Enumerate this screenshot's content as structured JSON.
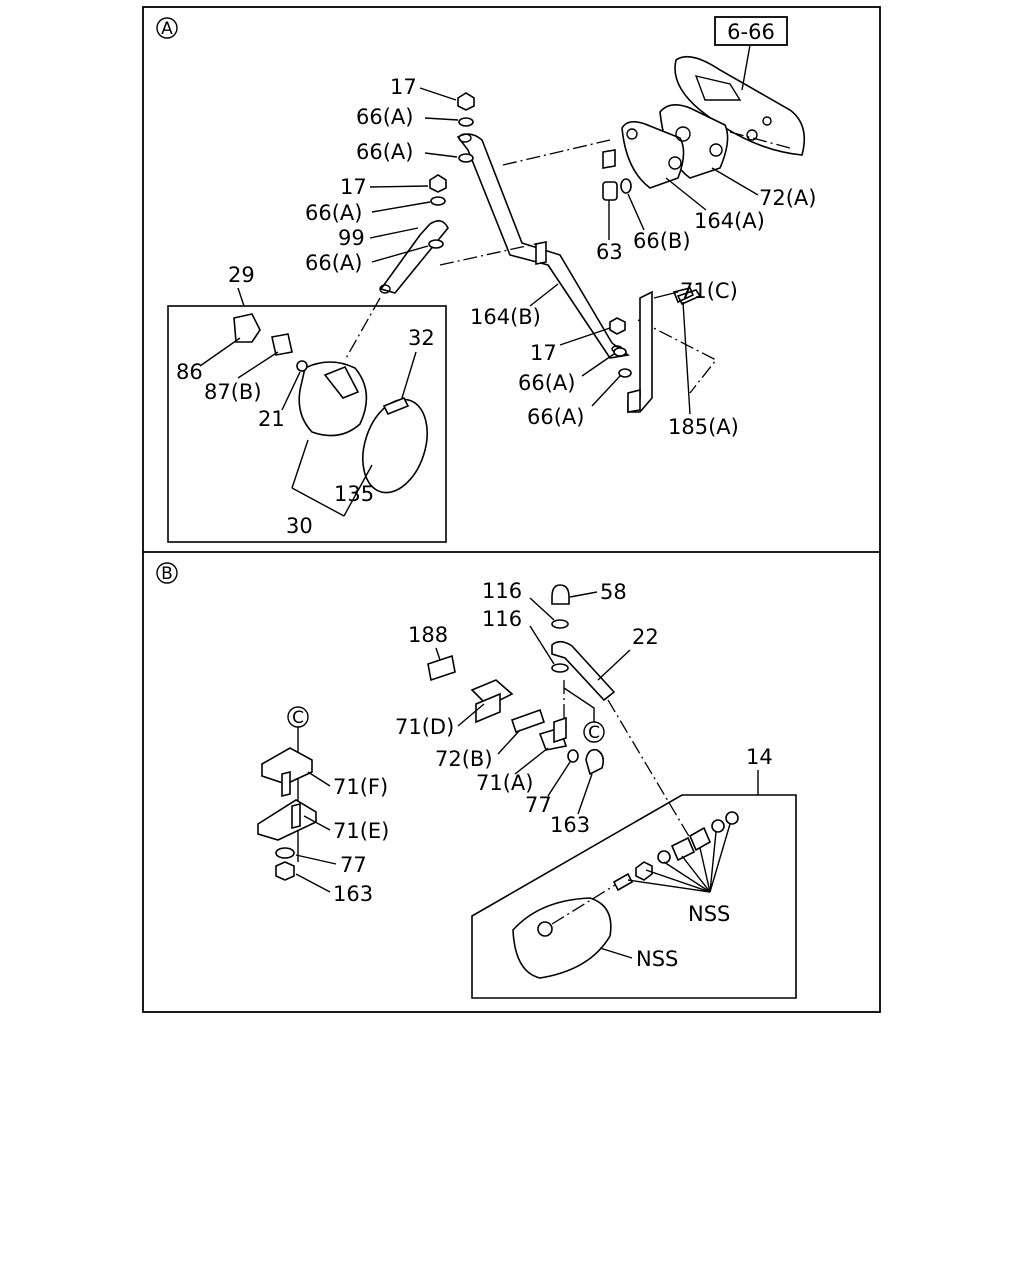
{
  "sections": {
    "a": {
      "marker": "A",
      "ref_box": "6-66"
    },
    "b": {
      "marker": "B",
      "connector": "C"
    }
  },
  "labels": {
    "l17a": "17",
    "l66a1": "66(A)",
    "l66a2": "66(A)",
    "l17b": "17",
    "l66a3": "66(A)",
    "l99": "99",
    "l66a4": "66(A)",
    "l29": "29",
    "l32": "32",
    "l86": "86",
    "l87b": "87(B)",
    "l21": "21",
    "l135": "135",
    "l30": "30",
    "l72a": "72(A)",
    "l164a": "164(A)",
    "l66b": "66(B)",
    "l63": "63",
    "l71c": "71(C)",
    "l164b": "164(B)",
    "l17c": "17",
    "l66a5": "66(A)",
    "l66a6": "66(A)",
    "l185a": "185(A)",
    "l116a": "116",
    "l58": "58",
    "l116b": "116",
    "l22": "22",
    "l188": "188",
    "l71d": "71(D)",
    "l72b": "72(B)",
    "l71a": "71(A)",
    "l77a": "77",
    "l163a": "163",
    "l14": "14",
    "lnss1": "NSS",
    "lnss2": "NSS",
    "l71f": "71(F)",
    "l71e": "71(E)",
    "l77b": "77",
    "l163b": "163"
  }
}
